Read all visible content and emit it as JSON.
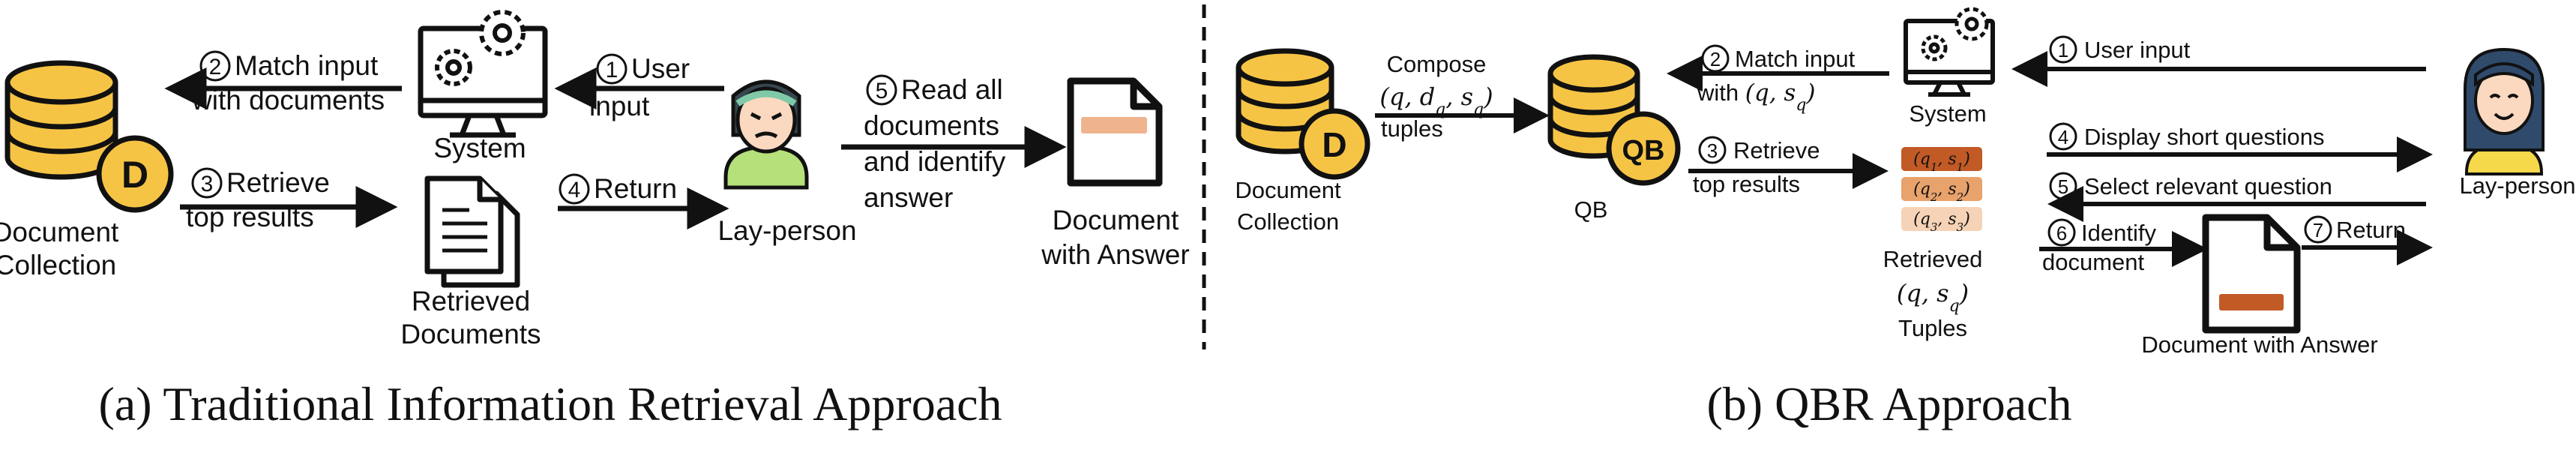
{
  "panel_a": {
    "caption": "(a) Traditional Information Retrieval Approach",
    "document_collection": {
      "badge": "D",
      "label_line1": "Document",
      "label_line2": "Collection"
    },
    "system_label": "System",
    "retrieved_documents": {
      "line1": "Retrieved",
      "line2": "Documents"
    },
    "lay_person_label": "Lay-person",
    "document_with_answer": {
      "line1": "Document",
      "line2": "with Answer"
    },
    "steps": {
      "s1": {
        "num": "1",
        "line1": "User",
        "line2": "input"
      },
      "s2": {
        "num": "2",
        "line1": "Match input",
        "line2": "with documents"
      },
      "s3": {
        "num": "3",
        "line1": "Retrieve",
        "line2": "top results"
      },
      "s4": {
        "num": "4",
        "line1": "Return"
      },
      "s5": {
        "num": "5",
        "line1": "Read all",
        "line2": "documents",
        "line3": "and identify",
        "line4": "answer"
      }
    }
  },
  "panel_b": {
    "caption": "(b) QBR Approach",
    "document_collection": {
      "badge": "D",
      "label_line1": "Document",
      "label_line2": "Collection"
    },
    "compose": {
      "line1": "Compose",
      "line2": "(q, d_q, s_q)",
      "line3": "tuples"
    },
    "qb": {
      "badge": "QB",
      "label": "QB"
    },
    "system_label": "System",
    "lay_person_label": "Lay-person",
    "tuples": [
      {
        "q": "q",
        "qsub": "1",
        "s": "s",
        "ssub": "1",
        "color": "#c25a26"
      },
      {
        "q": "q",
        "qsub": "2",
        "s": "s",
        "ssub": "2",
        "color": "#e8a26b"
      },
      {
        "q": "q",
        "qsub": "3",
        "s": "s",
        "ssub": "3",
        "color": "#f6d3b6"
      }
    ],
    "retrieved_tuples": {
      "line1": "Retrieved",
      "line2": "(q, s_q)",
      "line3": "Tuples"
    },
    "document_with_answer": "Document with Answer",
    "steps": {
      "s1": {
        "num": "1",
        "line1": "User input"
      },
      "s2": {
        "num": "2",
        "line1": "Match input",
        "line2": "with (q, s_q)"
      },
      "s3": {
        "num": "3",
        "line1": "Retrieve",
        "line2": "top results"
      },
      "s4": {
        "num": "4",
        "line1": "Display short questions"
      },
      "s5": {
        "num": "5",
        "line1": "Select relevant question"
      },
      "s6": {
        "num": "6",
        "line1": "Identify",
        "line2": "document"
      },
      "s7": {
        "num": "7",
        "line1": "Return"
      }
    }
  },
  "colors": {
    "db_yellow": "#f6c445",
    "badge_yellow": "#f6c445",
    "stroke": "#111111",
    "doc_bar_light": "#efb48e",
    "doc_bar_dark": "#c25a26",
    "person_face": "#fbd8c0",
    "person_hair_a": "#37474f",
    "person_hair_b": "#2f4a6b",
    "person_shirt_a": "#b6e07a",
    "person_shirt_b": "#f6d84b",
    "headband": "#7fc9a8"
  }
}
